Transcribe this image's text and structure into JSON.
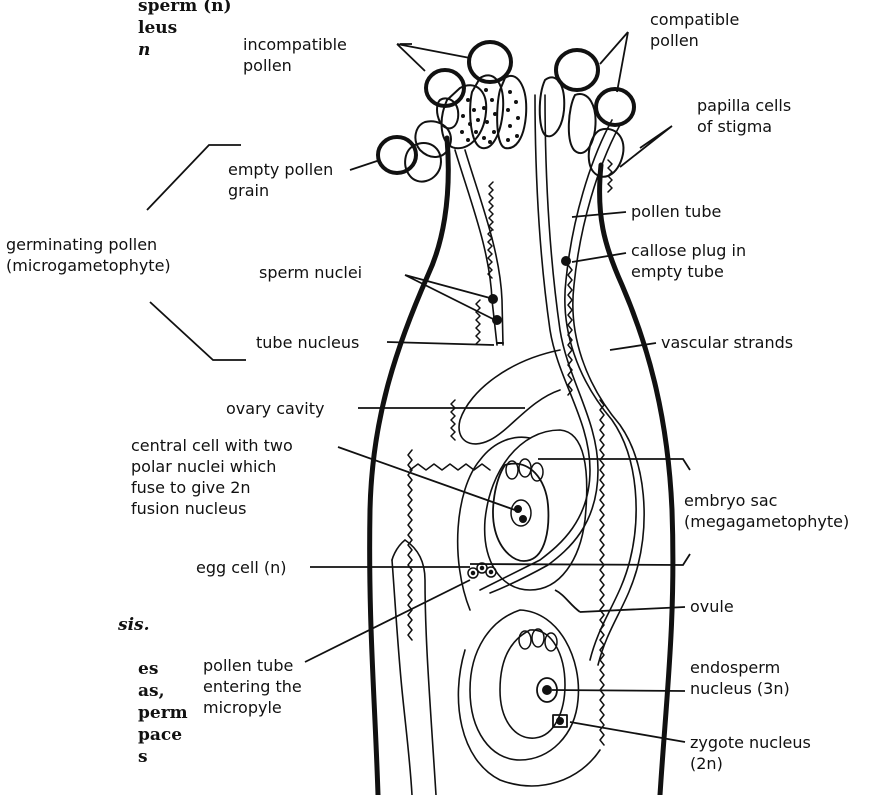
{
  "side_text_top": [
    "sperm (n)",
    "leus",
    "n"
  ],
  "side_text_bottom": [
    "sis.",
    "es",
    "as,",
    "perm",
    "pace",
    "s"
  ],
  "labels": {
    "incompatible_pollen": [
      "incompatible",
      "pollen"
    ],
    "compatible_pollen": [
      "compatible",
      "pollen"
    ],
    "papilla_cells": [
      "papilla cells",
      "of stigma"
    ],
    "empty_pollen_grain": [
      "empty pollen",
      "grain"
    ],
    "pollen_tube": [
      "pollen tube"
    ],
    "callose_plug": [
      "callose plug in",
      "empty tube"
    ],
    "germinating_pollen": [
      "germinating pollen",
      "(microgametophyte)"
    ],
    "sperm_nuclei": [
      "sperm nuclei"
    ],
    "vascular_strands": [
      "vascular strands"
    ],
    "tube_nucleus": [
      "tube nucleus"
    ],
    "ovary_cavity": [
      "ovary cavity"
    ],
    "central_cell": [
      "central cell with two",
      "polar nuclei which",
      "fuse to give 2n",
      "fusion nucleus"
    ],
    "embryo_sac": [
      "embryo sac",
      "(megagametophyte)"
    ],
    "egg_cell": [
      "egg cell (n)"
    ],
    "ovule": [
      "ovule"
    ],
    "pollen_tube_entering": [
      "pollen tube",
      "entering the",
      "micropyle"
    ],
    "endosperm_nucleus": [
      "endosperm",
      "nucleus (3n)"
    ],
    "zygote_nucleus": [
      "zygote nucleus",
      "(2n)"
    ]
  },
  "colors": {
    "ink": "#111111",
    "paper": "#ffffff"
  }
}
